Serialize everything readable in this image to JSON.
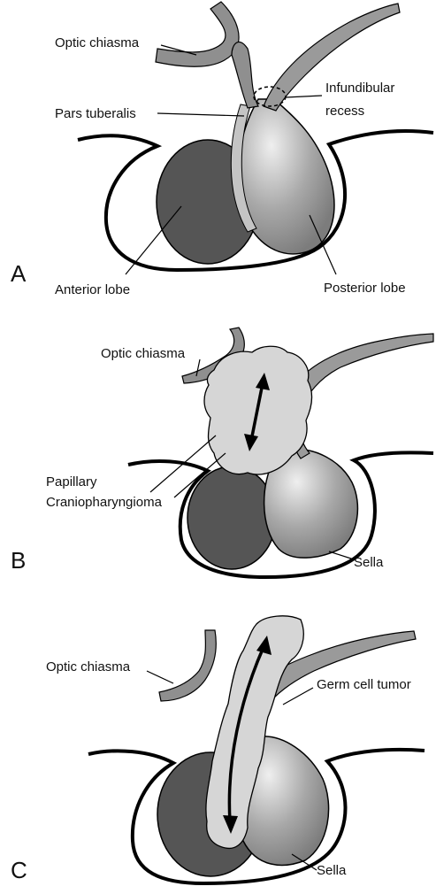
{
  "panels": [
    {
      "letter": "A",
      "labels": {
        "optic_chiasma": "Optic chiasma",
        "pars_tuberalis": "Pars tuberalis",
        "infundibular_recess_1": "Infundibular",
        "infundibular_recess_2": "recess",
        "anterior_lobe": "Anterior lobe",
        "posterior_lobe": "Posterior lobe"
      }
    },
    {
      "letter": "B",
      "labels": {
        "optic_chiasma": "Optic chiasma",
        "papillary_1": "Papillary",
        "papillary_2": "Craniopharyngioma",
        "sella": "Sella"
      }
    },
    {
      "letter": "C",
      "labels": {
        "optic_chiasma": "Optic chiasma",
        "germ_cell_tumor": "Germ cell tumor",
        "sella": "Sella"
      }
    }
  ],
  "colors": {
    "anterior_lobe": "#555555",
    "posterior_lobe": "#9a9a9a",
    "posterior_highlight": "#e6e6e6",
    "chiasma": "#8f8f8f",
    "pars_tuberalis": "#c4c4c4",
    "tumor": "#d6d6d6",
    "outline": "#000000"
  }
}
